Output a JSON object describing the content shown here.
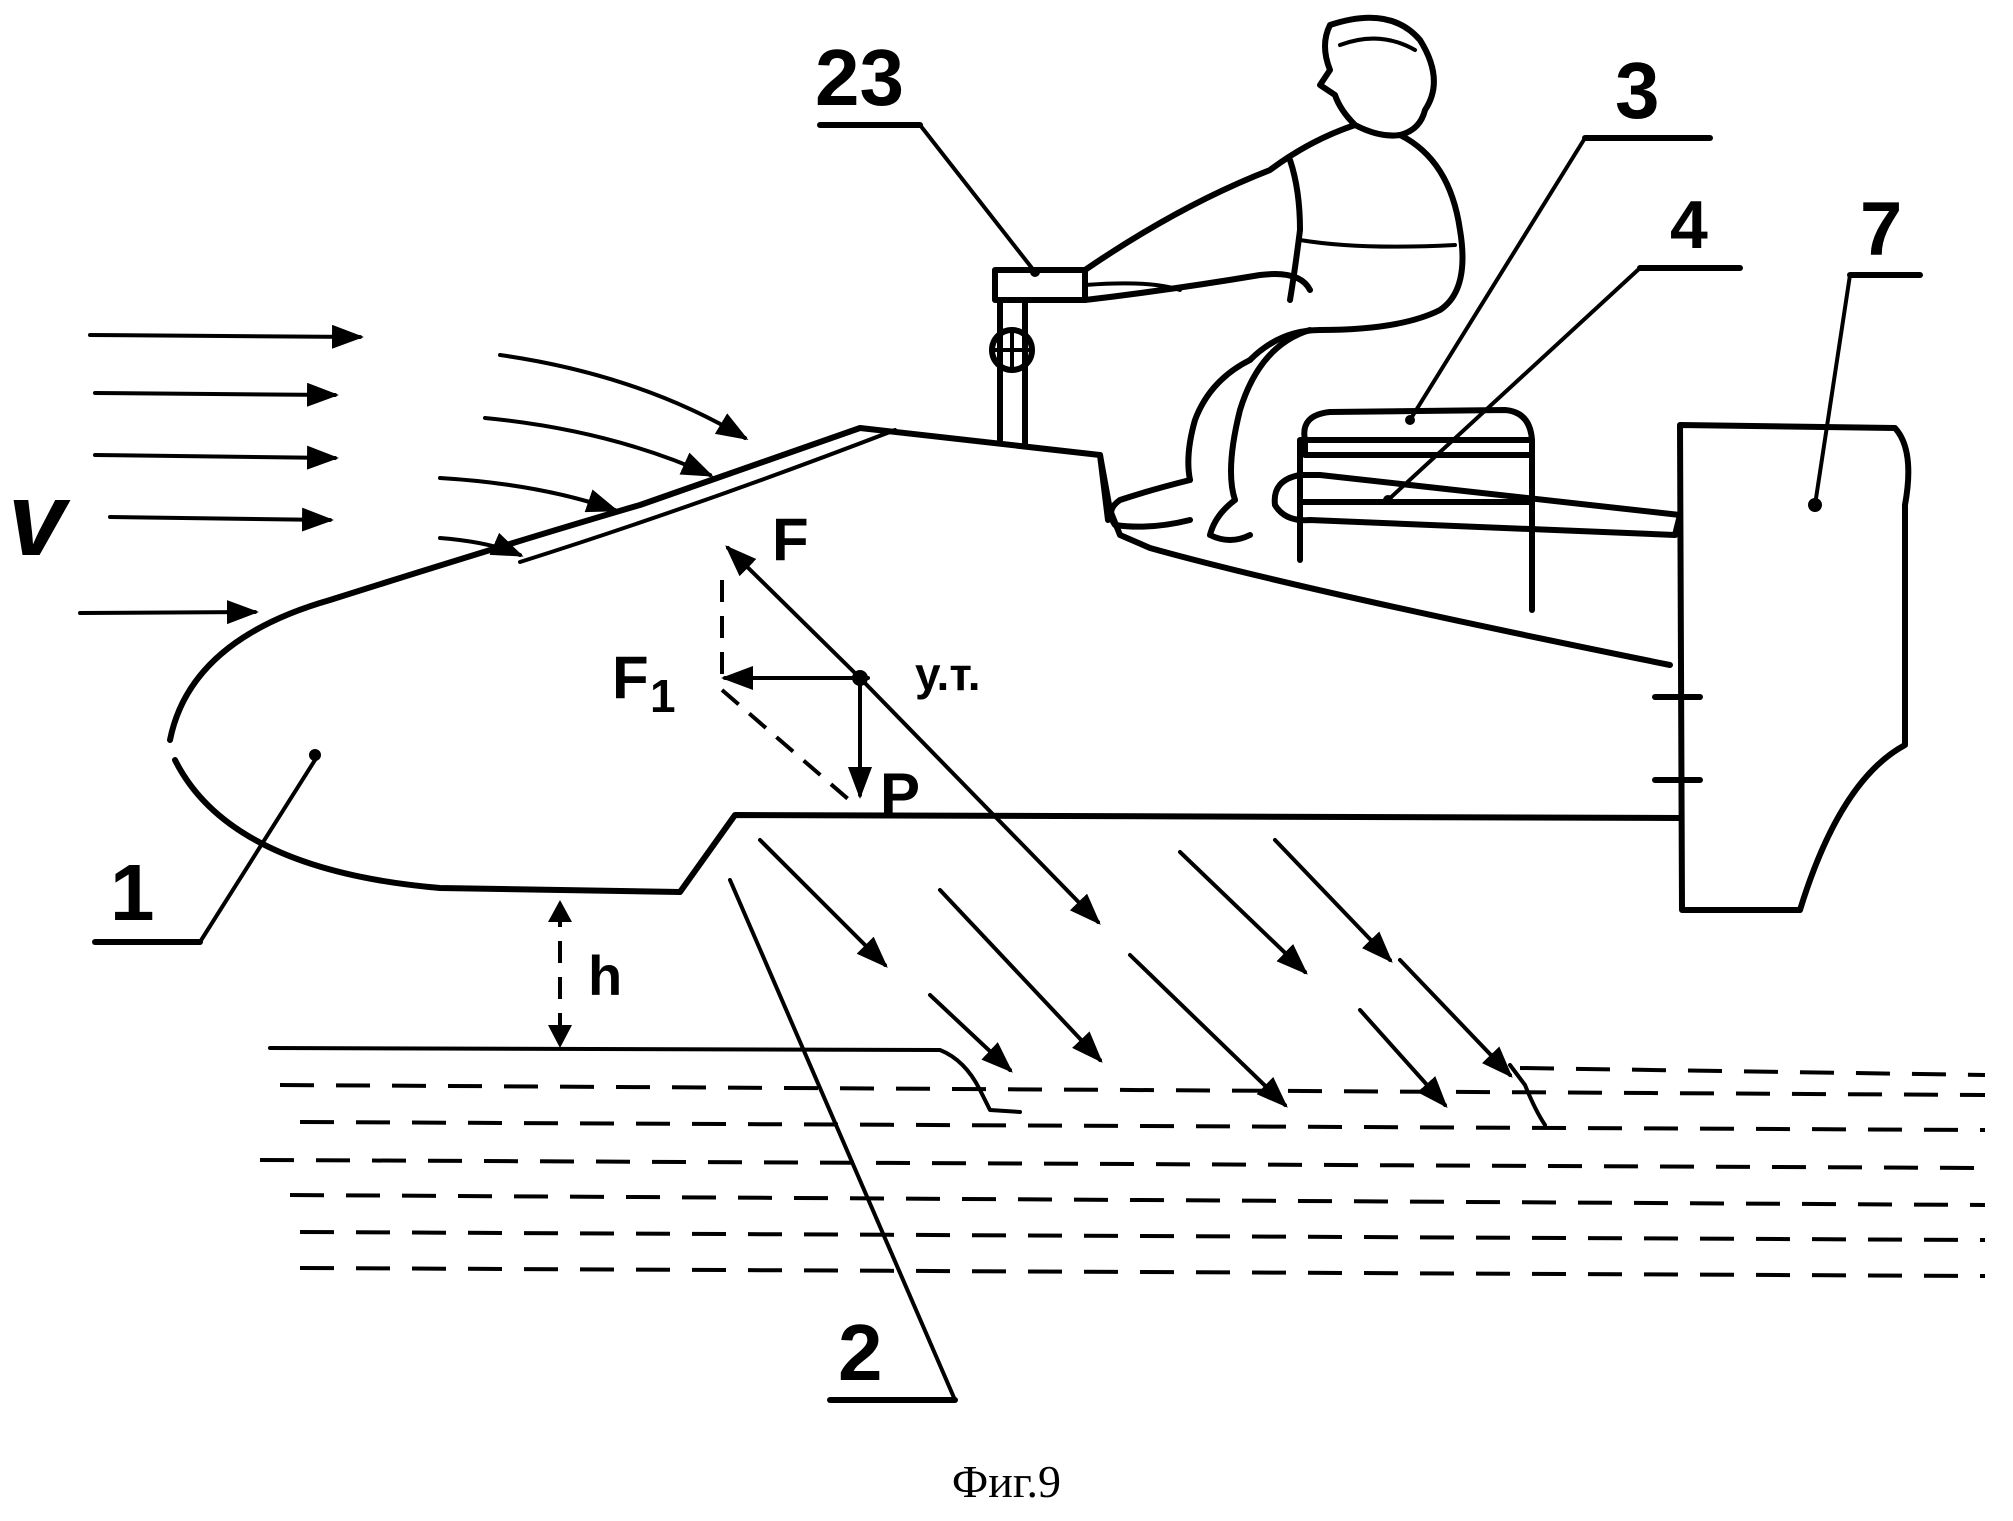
{
  "labels": {
    "v": "v",
    "n1": "1",
    "n2": "2",
    "n3": "3",
    "n4": "4",
    "n7": "7",
    "n23": "23",
    "F": "F",
    "F1": "F",
    "F1_sub": "1",
    "P": "P",
    "cg": "у.т.",
    "h": "h"
  },
  "caption": "Фиг.9"
}
